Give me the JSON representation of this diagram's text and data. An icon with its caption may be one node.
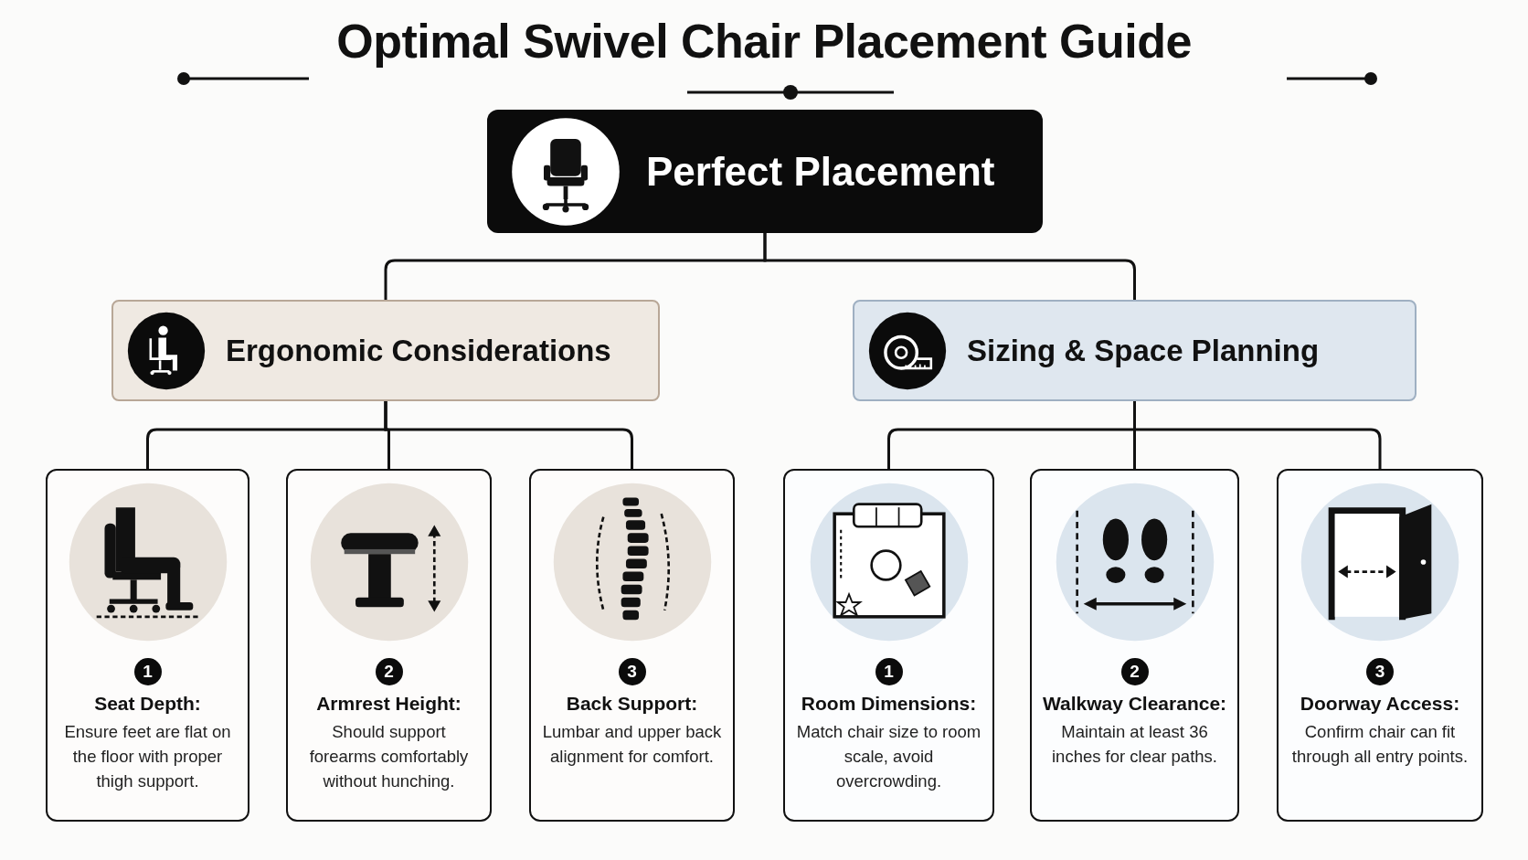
{
  "diagram": {
    "title": "Optimal Swivel Chair Placement Guide",
    "nodes": [
      {
        "text": [
          "Perfect Placement"
        ]
      },
      {
        "text": [
          "Ergonomic Considerations"
        ]
      },
      {
        "text": [
          "Sizing & Space Planning"
        ]
      },
      {
        "text": [
          "1",
          "Seat Depth:",
          "Ensure feet are flat on the floor with proper thigh support."
        ]
      },
      {
        "text": [
          "2",
          "Armrest Height:",
          "Should support forearms comfortably without hunching."
        ]
      },
      {
        "text": [
          "3",
          "Back Support:",
          "Lumbar and upper back alignment for comfort."
        ]
      },
      {
        "text": [
          "1",
          "Room Dimensions:",
          "Match chair size to room scale, avoid overcrowding."
        ]
      },
      {
        "text": [
          "2",
          "Walkway Clearance:",
          "Maintain at least 36 inches for clear paths."
        ]
      },
      {
        "text": [
          "3",
          "Doorway Access:",
          "Confirm chair can fit through all entry points."
        ]
      }
    ],
    "edges": [
      {
        "from": 0,
        "to": 1,
        "arrow": "none"
      },
      {
        "from": 0,
        "to": 2,
        "arrow": "none"
      },
      {
        "from": 1,
        "to": 3,
        "arrow": "none"
      },
      {
        "from": 1,
        "to": 4,
        "arrow": "none"
      },
      {
        "from": 1,
        "to": 5,
        "arrow": "none"
      },
      {
        "from": 2,
        "to": 6,
        "arrow": "none"
      },
      {
        "from": 2,
        "to": 7,
        "arrow": "none"
      },
      {
        "from": 2,
        "to": 8,
        "arrow": "none"
      }
    ]
  }
}
